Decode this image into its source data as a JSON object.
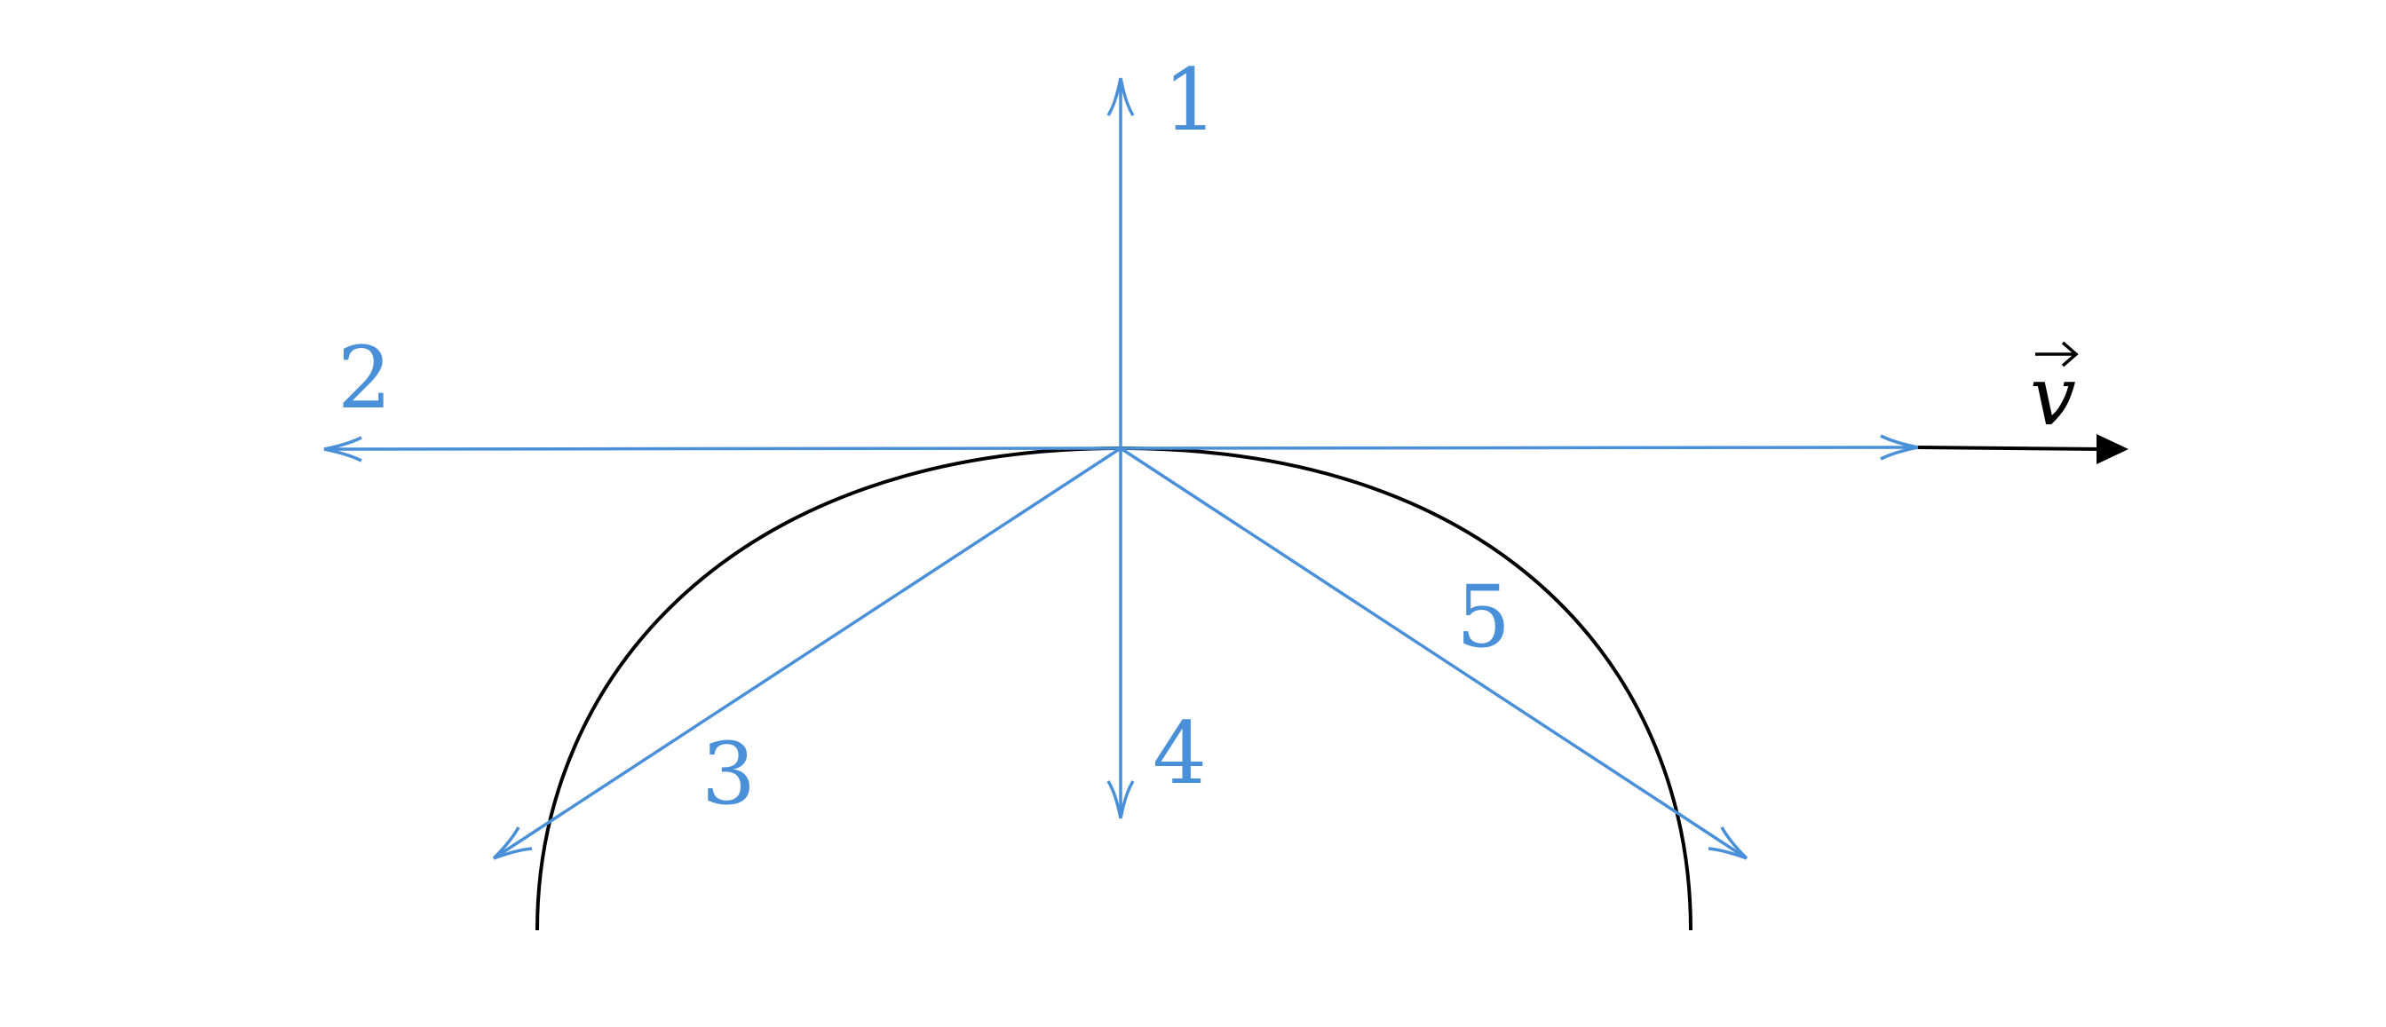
{
  "diagram": {
    "ray_color": "#4a90d9",
    "curve_color": "#000000",
    "velocity": {
      "symbol": "v",
      "color": "#000000"
    },
    "rays": [
      {
        "label": "1",
        "direction": "up"
      },
      {
        "label": "2",
        "direction": "left"
      },
      {
        "label": "3",
        "direction": "down-left"
      },
      {
        "label": "4",
        "direction": "down"
      },
      {
        "label": "5",
        "direction": "down-right"
      }
    ]
  }
}
